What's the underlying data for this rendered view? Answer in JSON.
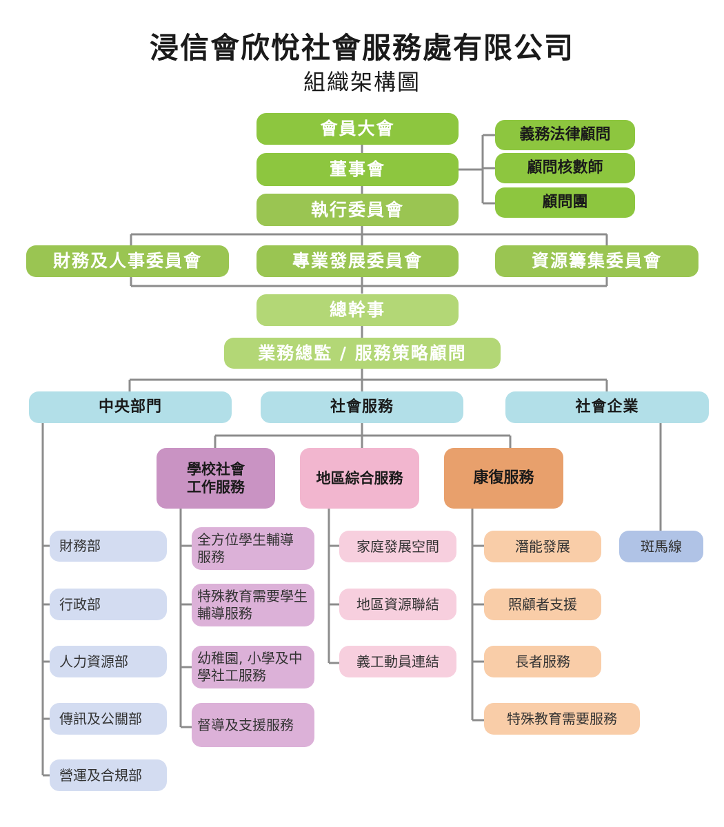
{
  "title": "浸信會欣悅社會服務處有限公司",
  "subtitle": "組織架構圖",
  "governance": {
    "general_meeting": "會員大會",
    "board": "董事會",
    "executive_committee": "執行委員會"
  },
  "advisors": [
    "義務法律顧問",
    "顧問核數師",
    "顧問團"
  ],
  "committees": [
    "財務及人事委員會",
    "專業發展委員會",
    "資源籌集委員會"
  ],
  "executive": {
    "general_secretary": "總幹事",
    "director": "業務總監 / 服務策略顧問"
  },
  "divisions": {
    "central": "中央部門",
    "social": "社會服務",
    "enterprise": "社會企業"
  },
  "central_depts": [
    "財務部",
    "行政部",
    "人力資源部",
    "傳訊及公關部",
    "營運及合規部"
  ],
  "service_units": {
    "school": "學校社會工作服務",
    "community": "地區綜合服務",
    "rehab": "康復服務"
  },
  "school_services": [
    "全方位學生輔導服務",
    "特殊教育需要學生輔導服務",
    "幼稚園, 小學及中學社工服務",
    "督導及支援服務"
  ],
  "community_services": [
    "家庭發展空間",
    "地區資源聯結",
    "義工動員連結"
  ],
  "rehab_services": [
    "潛能發展",
    "照顧者支援",
    "長者服務",
    "特殊教育需要服務"
  ],
  "enterprise_units": [
    "斑馬線"
  ],
  "colors": {
    "green": "#8dc63f",
    "cyan": "#b2dfe8",
    "purple": "#c993c3",
    "pink": "#f2b6cf",
    "orange": "#e8a06c",
    "line": "#8c8c8c"
  }
}
